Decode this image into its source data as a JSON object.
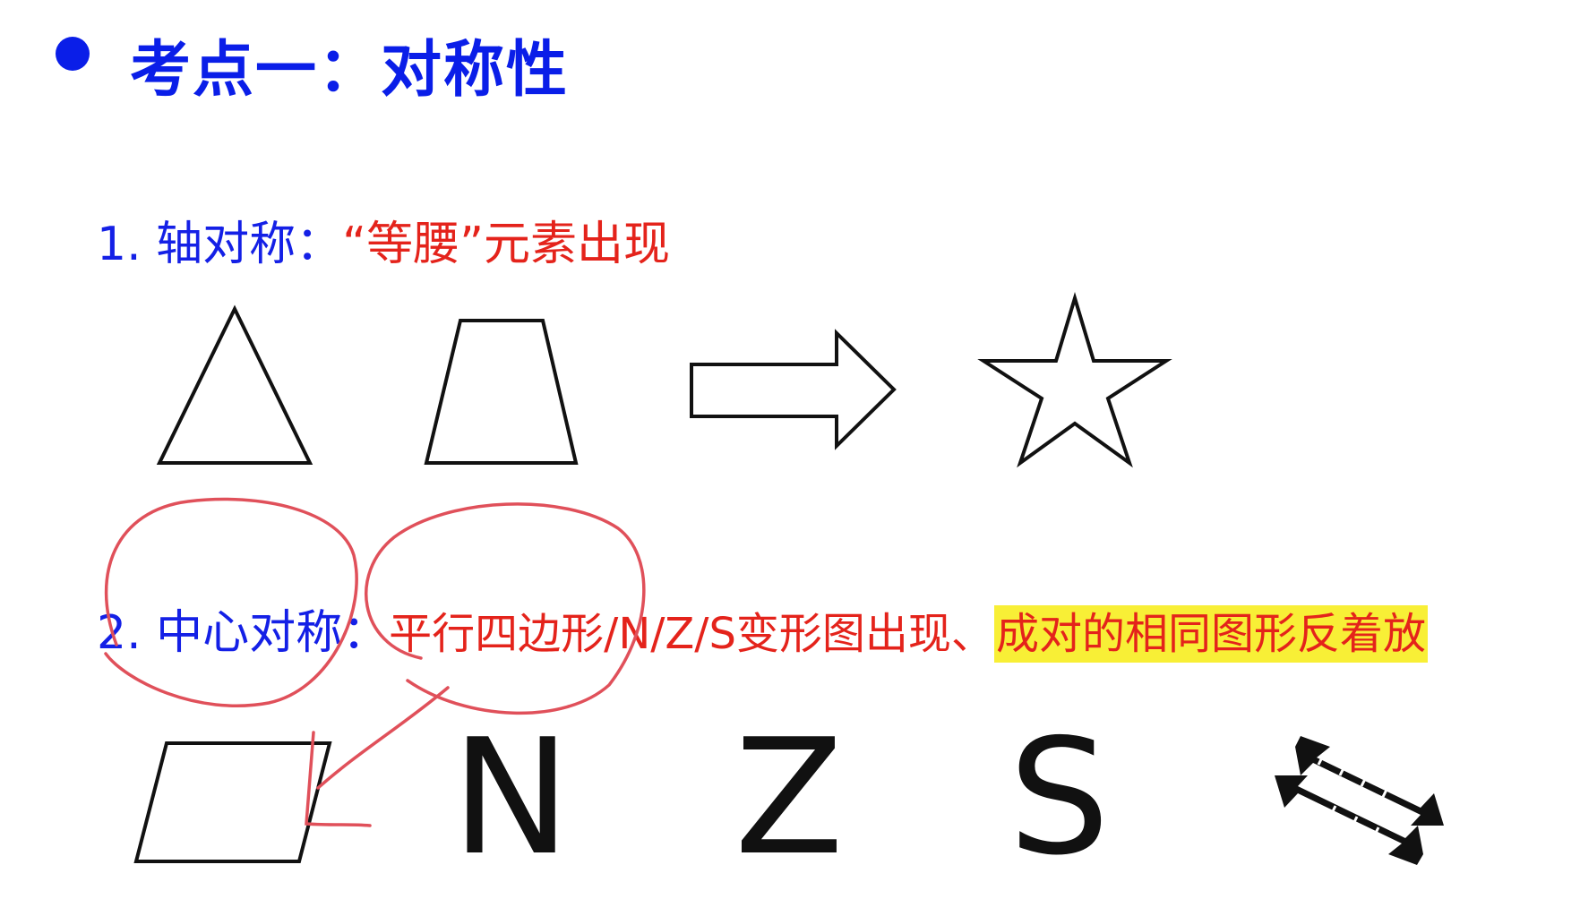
{
  "heading": "考点一：对称性",
  "item1": {
    "prefix": "1. 轴对称：",
    "emphasis": "“等腰”元素出现"
  },
  "item2": {
    "prefix": "2. 中心对称：",
    "emphasis": "平行四边形/N/Z/S变形图出现、",
    "highlight": "成对的相同图形反着放"
  },
  "shape_row1": [
    "triangle-icon",
    "trapezoid-icon",
    "right-arrow-icon",
    "star-icon"
  ],
  "letters": [
    "N",
    "Z",
    "S"
  ],
  "colors": {
    "heading_blue": "#0a1ee8",
    "text_red": "#e4231b",
    "highlight": "#f8ef36",
    "annotation_red": "#e0505a"
  }
}
